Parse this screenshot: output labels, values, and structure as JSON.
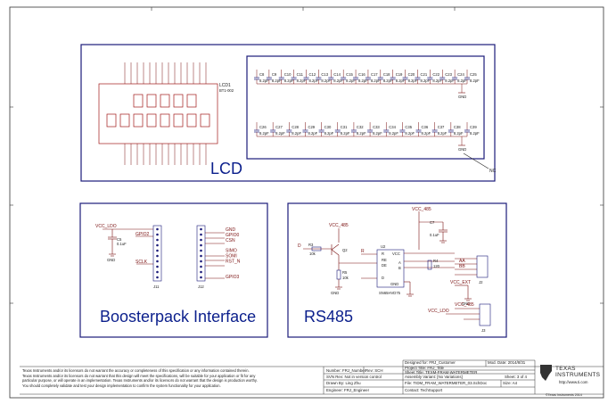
{
  "sections": {
    "lcd": {
      "title": "LCD",
      "display_ref": "LCD1",
      "display_part": "BT1-002",
      "nc_label": "NC",
      "cap_rows": [
        {
          "refs": [
            "C8",
            "C9",
            "C10",
            "C11",
            "C12",
            "C13",
            "C14",
            "C15",
            "C16",
            "C17",
            "C18",
            "C19",
            "C20",
            "C21",
            "C22",
            "C23",
            "C24",
            "C25"
          ],
          "value": "8.2pF"
        },
        {
          "refs": [
            "C26",
            "C27",
            "C28",
            "C29",
            "C30",
            "C31",
            "C32",
            "C33",
            "C34",
            "C35",
            "C36",
            "C37",
            "C38",
            "C39"
          ],
          "value": "8.2pF"
        }
      ],
      "gnd": "GND"
    },
    "boosterpack": {
      "title": "Boosterpack Interface",
      "vcc": "VCC_LDO",
      "cap_ref": "C5",
      "cap_value": "0.1uF",
      "gnd": "GND",
      "net_gpio2": "GPIO2",
      "net_sclk": "SCLK",
      "j1": "J11",
      "j2": "J12",
      "j2_nets": [
        "GND",
        "GPIO0",
        "CSN",
        "",
        "SIMO",
        "SOMI",
        "RST_N",
        "",
        "",
        "GPIO3"
      ]
    },
    "rs485": {
      "title": "RS485",
      "vcc_top": "VCC_485",
      "vcc_cap": "VCC_485",
      "cap_ref": "C7",
      "cap_value": "0.1uF",
      "r3": "R3",
      "r3_value": "10k",
      "q": "Q2",
      "r5": "R5",
      "r5_value": "10k",
      "u": "U2",
      "u_part": "SN65HVD75",
      "u_pins": [
        "R",
        "RE",
        "DE",
        "D"
      ],
      "u_vcc": "VCC",
      "u_gnd": "GND",
      "r4": "R4",
      "r4_value": "120",
      "ab": [
        "A",
        "B"
      ],
      "bus": [
        "AA",
        "BB"
      ],
      "net_d": "D",
      "net_r": "R",
      "vcc_ext": "VCC_EXT",
      "vcc_485b": "VCC_485",
      "vcc_ldo": "VCC_LDO",
      "gnd": "GND",
      "j_top": "J2",
      "j_bot": "J3"
    }
  },
  "title_block": {
    "designed_for": "Designed for: FRJ_Customer",
    "mod_date": "Mod. Date: 2014/8/31",
    "project_title": "Project Title: FRJ_Title",
    "sheet_title": "Sheet Title: TEXM-FRAM-WATERMETER",
    "assembly": "Assembly Variant: [No Variations]",
    "sheet": "Sheet: 3  of  4",
    "number": "Number: FRJ_Number",
    "rev": "Rev: SCH",
    "svn": "SVN Rev: Not in version control",
    "file": "File: TIDM_FRAM_WATERMETER_03.SchDoc",
    "size": "Size: A4",
    "drawn": "Drawn By: Ling Zhu",
    "engineer": "Engineer: FRJ_Engineer",
    "contact": "Contact: TechSupport",
    "disclaimer": [
      "Texas Instruments and/or its licensors do not warrant the accuracy or completeness of this specification or any information contained therein.",
      "Texas Instruments and/or its licensors do not warrant that this design will meet the specifications, will be suitable for your application or fit for any",
      "particular purpose, or will operate in an implementation. Texas Instruments and/or its licensors do not warrant that the design is production worthy.",
      "You should completely validate and test your design implementation to confirm the system functionality for your application."
    ],
    "logo_line1": "TEXAS",
    "logo_line2": "INSTRUMENTS",
    "url": "http://www.ti.com",
    "copyright": "©Texas Instruments 2014"
  }
}
